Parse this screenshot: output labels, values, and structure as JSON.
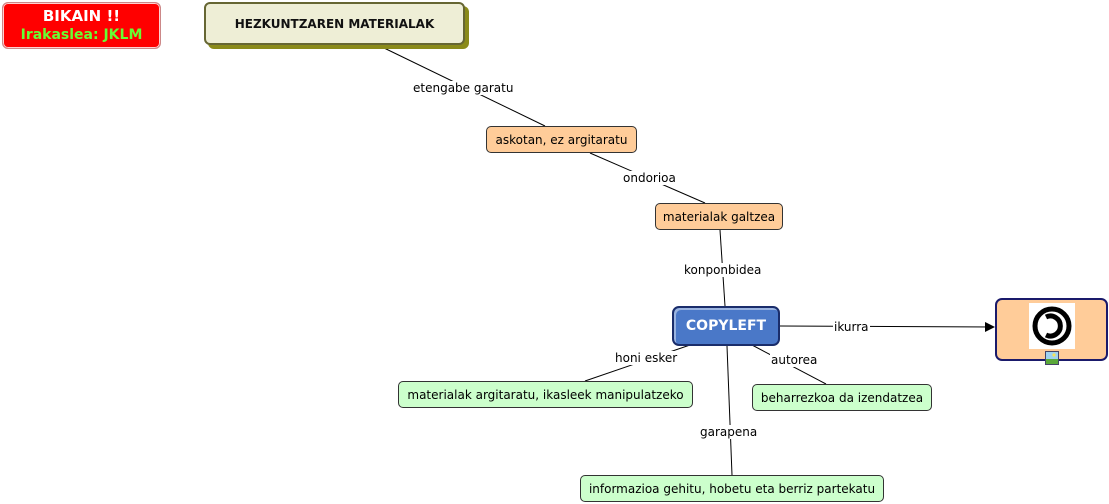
{
  "badge": {
    "line1": "BIKAIN !!",
    "line2": "Irakaslea: JKLM"
  },
  "title": "HEZKUNTZAREN MATERIALAK",
  "nodes": {
    "askotan": "askotan, ez argitaratu",
    "galtzea": "materialak galtzea",
    "copyleft": "COPYLEFT",
    "manipulatu": "materialak argitaratu, ikasleek manipulatzeko",
    "izendatzea": "beharrezkoa da izendatzea",
    "informazioa": "informazioa gehitu, hobetu eta berriz partekatu"
  },
  "links": {
    "etengabe": "etengabe garatu",
    "ondorioa": "ondorioa",
    "konponbidea": "konponbidea",
    "ikurra": "ikurra",
    "honi_esker": "honi esker",
    "autorea": "autorea",
    "garapena": "garapena"
  },
  "icons": {
    "symbol": "copyleft-symbol-icon",
    "image": "image-icon"
  },
  "colors": {
    "badge_bg": "#ff0000",
    "title_bg": "#eeeed6",
    "peach": "#ffcc99",
    "green": "#ccffcc",
    "copyleft": "#4a78c8"
  }
}
